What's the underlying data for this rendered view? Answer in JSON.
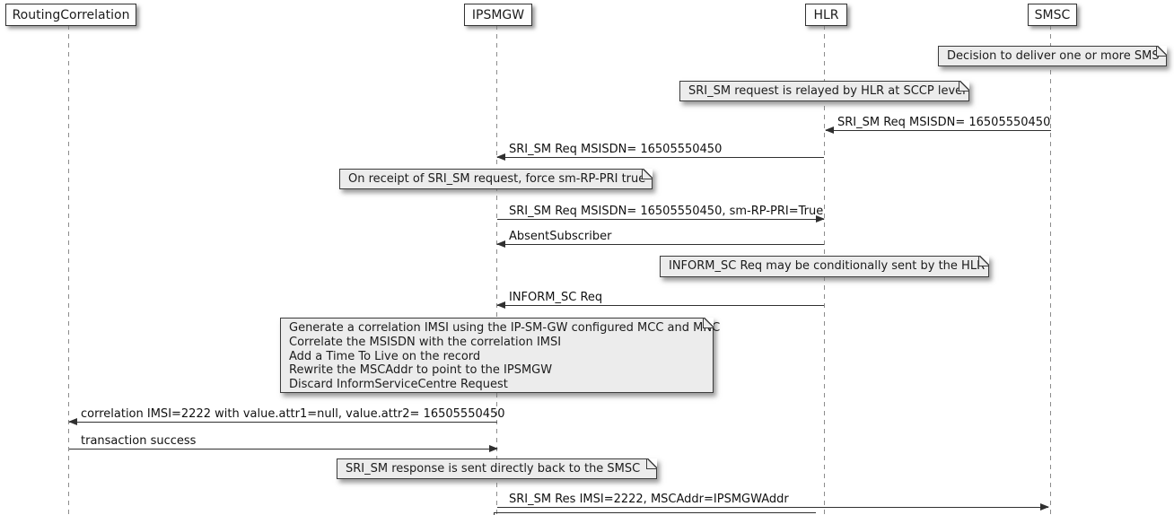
{
  "diagram": {
    "type": "uml-sequence-diagram",
    "participants": [
      {
        "label": "RoutingCorrelation"
      },
      {
        "label": "IPSMGW"
      },
      {
        "label": "HLR"
      },
      {
        "label": "SMSC"
      }
    ],
    "notes": [
      {
        "over": "SMSC",
        "text": "Decision to deliver one or more SMS"
      },
      {
        "over": "HLR",
        "text": "SRI_SM request is relayed by HLR at SCCP level"
      },
      {
        "over": "IPSMGW",
        "text": "On receipt of SRI_SM request, force sm-RP-PRI true"
      },
      {
        "over": "HLR",
        "text": "INFORM_SC Req may be conditionally sent by the HLR"
      },
      {
        "over": "IPSMGW",
        "lines": [
          "Generate a correlation IMSI using the IP-SM-GW configured MCC and MNC",
          "Correlate the MSISDN with the correlation IMSI",
          "Add a Time To Live on the record",
          "Rewrite the MSCAddr to point to the IPSMGW",
          "Discard InformServiceCentre Request"
        ]
      },
      {
        "over": "IPSMGW",
        "text": "SRI_SM response is sent directly back to the SMSC"
      }
    ],
    "messages": [
      {
        "from": "SMSC",
        "to": "HLR",
        "label": "SRI_SM Req MSISDN= 16505550450"
      },
      {
        "from": "HLR",
        "to": "IPSMGW",
        "label": "SRI_SM Req MSISDN= 16505550450"
      },
      {
        "from": "IPSMGW",
        "to": "HLR",
        "label": "SRI_SM Req MSISDN= 16505550450, sm-RP-PRI=True"
      },
      {
        "from": "HLR",
        "to": "IPSMGW",
        "label": "AbsentSubscriber"
      },
      {
        "from": "HLR",
        "to": "IPSMGW",
        "label": "INFORM_SC Req"
      },
      {
        "from": "IPSMGW",
        "to": "RoutingCorrelation",
        "label": "correlation IMSI=2222 with value.attr1=null, value.attr2= 16505550450"
      },
      {
        "from": "RoutingCorrelation",
        "to": "IPSMGW",
        "label": "transaction success"
      },
      {
        "from": "IPSMGW",
        "to": "SMSC",
        "label": "SRI_SM Res IMSI=2222, MSCAddr=IPSMGWAddr"
      }
    ],
    "colors": {
      "note_fill": "#ececec",
      "participant_fill": "#fefefe",
      "line_color": "#303030",
      "lifeline_color": "#8c8c8c",
      "background": "#ffffff"
    }
  }
}
